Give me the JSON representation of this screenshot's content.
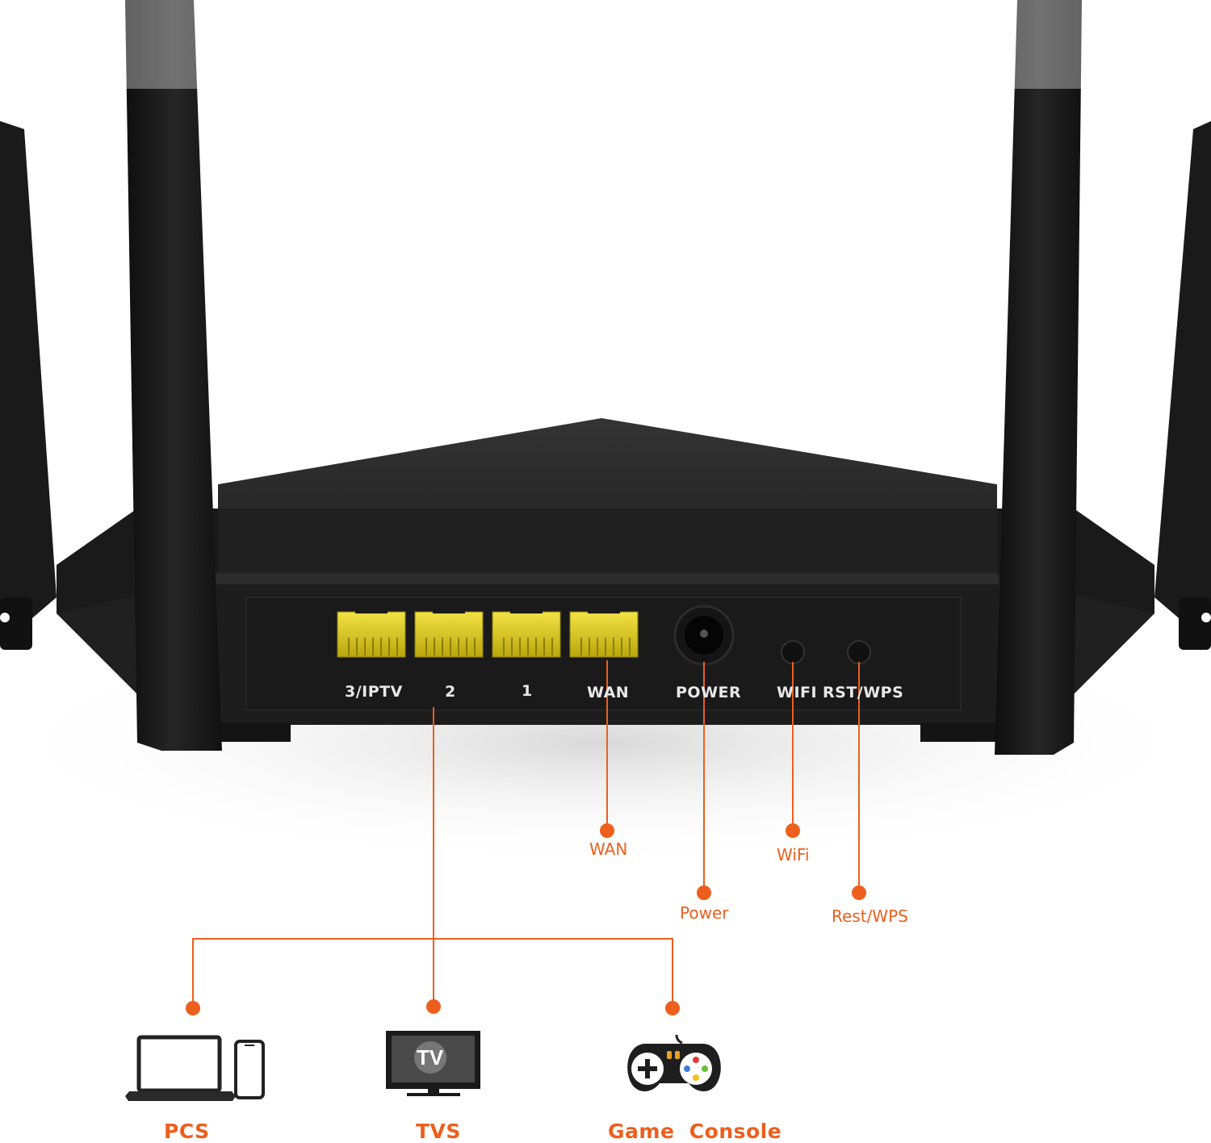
{
  "router": {
    "ports": [
      {
        "id": "lan3",
        "label": "3/IPTV"
      },
      {
        "id": "lan2",
        "label": "2"
      },
      {
        "id": "lan1",
        "label": "1"
      },
      {
        "id": "wan",
        "label": "WAN"
      }
    ],
    "power_label": "POWER",
    "wifi_button_label": "WIFI",
    "rst_button_label": "RST/WPS"
  },
  "callouts": {
    "wan": "WAN",
    "power": "Power",
    "wifi": "WiFi",
    "rst_wps": "Rest/WPS"
  },
  "devices": {
    "pcs": "PCS",
    "tvs": "TVS",
    "game_console": "Game  Console",
    "tv_screen_text": "TV"
  },
  "colors": {
    "accent": "#ec5f1d",
    "router_body": "#1c1c1c",
    "port_yellow": "#e2cf1a",
    "port_text": "#e8e8e8"
  }
}
